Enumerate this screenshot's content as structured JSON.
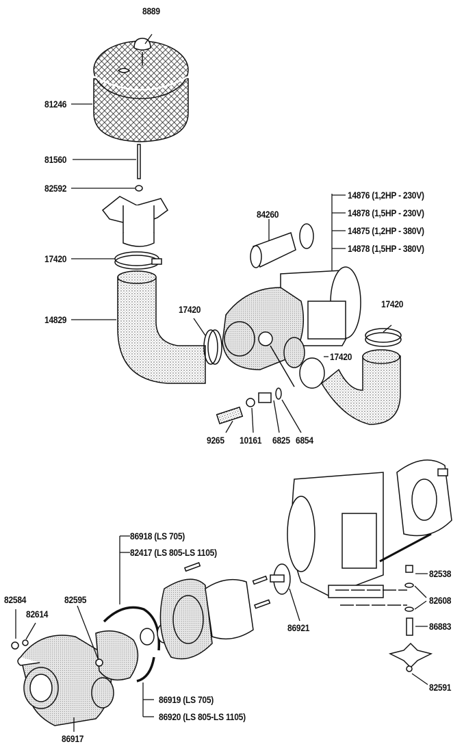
{
  "title": "Pump exploded parts diagram",
  "upper_assembly": {
    "labels": {
      "knob": "8889",
      "filter_basket": "81246",
      "stud": "81560",
      "nut_top": "82592",
      "clamp_left_top": "17420",
      "hose_left": "14829",
      "clamp_left_pump": "17420",
      "hose_piece": "84260",
      "clamp_right_top": "17420",
      "clamp_right_pump": "17420",
      "nozzle": "9265",
      "nut_nozzle": "10161",
      "fitting": "6825",
      "oring": "6854"
    },
    "pump_variants": [
      "14876 (1,2HP - 230V)",
      "14878 (1,5HP - 230V)",
      "14875 (1,2HP - 380V)",
      "14878 (1,5HP - 380V)"
    ]
  },
  "lower_assembly": {
    "labels": {
      "nut": "82584",
      "washer": "82614",
      "impeller_key": "82595",
      "housing": "86917",
      "rotor": "86921",
      "screw": "82538",
      "washers": "82608",
      "spacer": "86883",
      "foot_nut": "82591"
    },
    "seal_top": [
      "86918 (LS 705)",
      "82417 (LS 805-LS 1105)"
    ],
    "seal_bottom": [
      "86919 (LS 705)",
      "86920 (LS 805-LS 1105)"
    ]
  }
}
